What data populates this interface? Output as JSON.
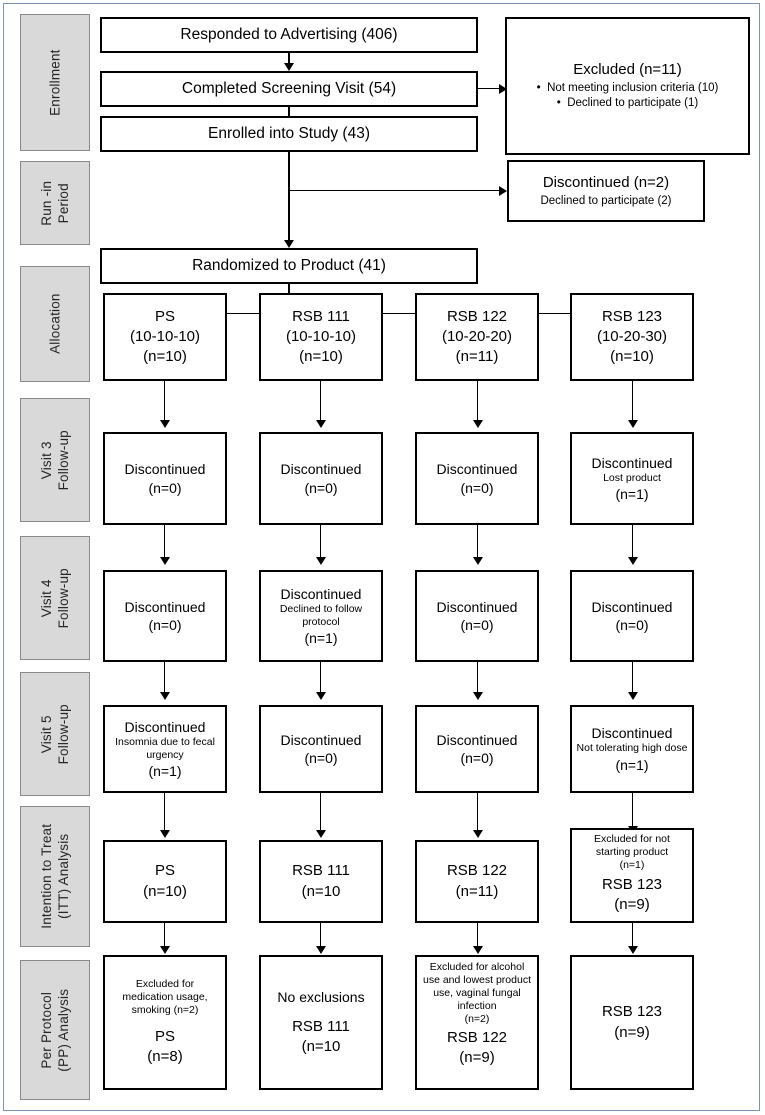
{
  "figure": {
    "type": "consort-flow-diagram",
    "border_color": "#7b93b4",
    "stage_fill": "#d9d9d9",
    "stage_border": "#8a8a8a",
    "box_border": "#000000"
  },
  "stages": [
    {
      "id": "enrollment",
      "line1": "Enrollment",
      "line2": ""
    },
    {
      "id": "run-in-period",
      "line1": "Run -in",
      "line2": "Period"
    },
    {
      "id": "allocation",
      "line1": "Allocation",
      "line2": ""
    },
    {
      "id": "visit-3",
      "line1": "Visit 3",
      "line2": "Follow-up"
    },
    {
      "id": "visit-4",
      "line1": "Visit 4",
      "line2": "Follow-up"
    },
    {
      "id": "visit-5",
      "line1": "Visit 5",
      "line2": "Follow-up"
    },
    {
      "id": "itt",
      "line1": "Intention to Treat",
      "line2": "(ITT) Analysis"
    },
    {
      "id": "pp",
      "line1": "Per Protocol",
      "line2": "(PP) Analysis"
    }
  ],
  "enrollment": {
    "responded": "Responded to Advertising (406)",
    "screened": "Completed Screening Visit (54)",
    "enrolled": "Enrolled into Study (43)",
    "excluded": {
      "title": "Excluded (n=11)",
      "bullets": [
        "Not meeting inclusion criteria (10)",
        "Declined to participate (1)"
      ]
    }
  },
  "run_in": {
    "discontinued": {
      "title": "Discontinued (n=2)",
      "sub": "Declined to participate (2)"
    },
    "randomized": "Randomized to Product (41)"
  },
  "allocation": [
    {
      "name": "PS",
      "dose": "(10-10-10)",
      "n": "(n=10)"
    },
    {
      "name": "RSB 111",
      "dose": "(10-10-10)",
      "n": "(n=10)"
    },
    {
      "name": "RSB 122",
      "dose": "(10-20-20)",
      "n": "(n=11)"
    },
    {
      "name": "RSB 123",
      "dose": "(10-20-30)",
      "n": "(n=10)"
    }
  ],
  "visit3": [
    {
      "title": "Discontinued",
      "reason": "",
      "n": "(n=0)"
    },
    {
      "title": "Discontinued",
      "reason": "",
      "n": "(n=0)"
    },
    {
      "title": "Discontinued",
      "reason": "",
      "n": "(n=0)"
    },
    {
      "title": "Discontinued",
      "reason": "Lost product",
      "n": "(n=1)"
    }
  ],
  "visit4": [
    {
      "title": "Discontinued",
      "reason": "",
      "n": "(n=0)"
    },
    {
      "title": "Discontinued",
      "reason": "Declined to follow protocol",
      "n": "(n=1)"
    },
    {
      "title": "Discontinued",
      "reason": "",
      "n": "(n=0)"
    },
    {
      "title": "Discontinued",
      "reason": "",
      "n": "(n=0)"
    }
  ],
  "visit5": [
    {
      "title": "Discontinued",
      "reason": "Insomnia due to fecal urgency",
      "n": "(n=1)"
    },
    {
      "title": "Discontinued",
      "reason": "",
      "n": "(n=0)"
    },
    {
      "title": "Discontinued",
      "reason": "",
      "n": "(n=0)"
    },
    {
      "title": "Discontinued",
      "reason": "Not tolerating high dose",
      "n": "(n=1)"
    }
  ],
  "itt": [
    {
      "note": "",
      "note_n": "",
      "name": "PS",
      "n": "(n=10)"
    },
    {
      "note": "",
      "note_n": "",
      "name": "RSB 111",
      "n": "(n=10"
    },
    {
      "note": "",
      "note_n": "",
      "name": "RSB 122",
      "n": "(n=11)"
    },
    {
      "note": "Excluded for not starting product",
      "note_n": "(n=1)",
      "name": "RSB 123",
      "n": "(n=9)"
    }
  ],
  "pp": [
    {
      "note": "Excluded for medication usage, smoking (n=2)",
      "note_n": "",
      "name": "PS",
      "n": "(n=8)"
    },
    {
      "note": "No exclusions",
      "note_n": "",
      "name": "RSB 111",
      "n": "(n=10"
    },
    {
      "note": "Excluded for alcohol use and lowest product use, vaginal fungal infection",
      "note_n": "(n=2)",
      "name": "RSB 122",
      "n": "(n=9)"
    },
    {
      "note": "",
      "note_n": "",
      "name": "RSB 123",
      "n": "(n=9)"
    }
  ]
}
